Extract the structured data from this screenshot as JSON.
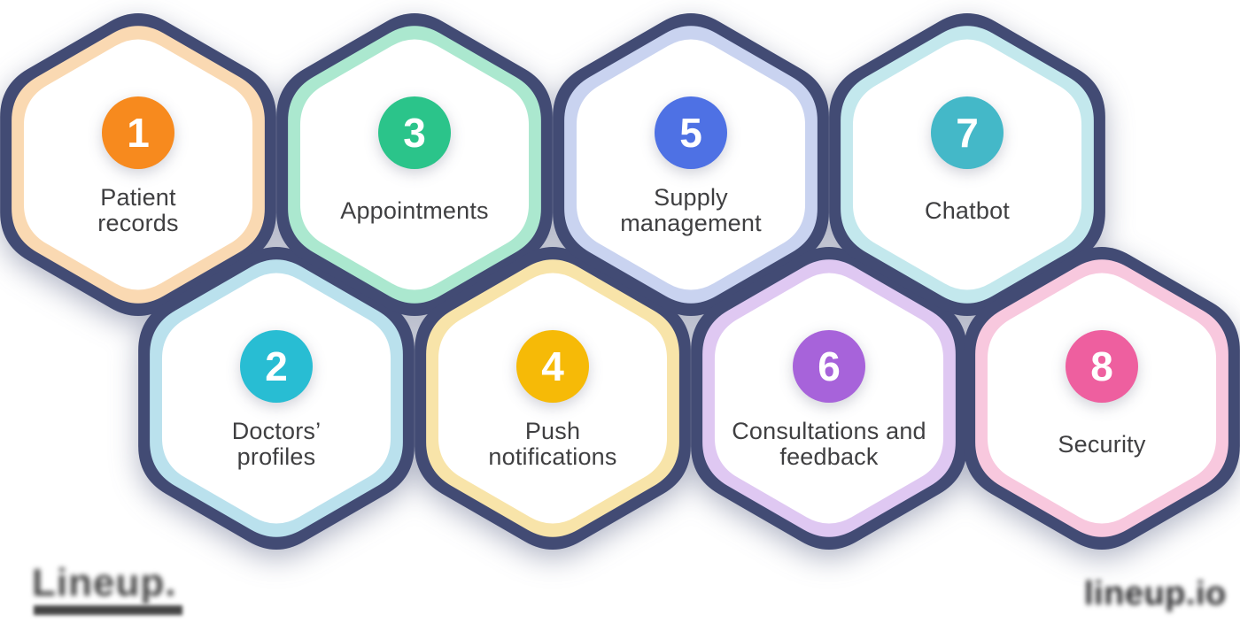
{
  "theme": {
    "background": "#FFFFFF",
    "lattice_color": "#424B74",
    "hex_fill": "#FFFFFF",
    "label_color": "#3F3F41",
    "number_color": "#FFFFFF"
  },
  "cells": [
    {
      "number": "1",
      "label": "Patient\nrecords",
      "circle_color": "#F78A1E",
      "border_color": "#FAD9B2"
    },
    {
      "number": "2",
      "label": "Doctors’\nprofiles",
      "circle_color": "#28BDD3",
      "border_color": "#BAE1ED"
    },
    {
      "number": "3",
      "label": "Appointments",
      "circle_color": "#2BC48A",
      "border_color": "#ABE8CF"
    },
    {
      "number": "4",
      "label": "Push\nnotifications",
      "circle_color": "#F6BA07",
      "border_color": "#F8E4A9"
    },
    {
      "number": "5",
      "label": "Supply\nmanagement",
      "circle_color": "#4E71E4",
      "border_color": "#C9D3F0"
    },
    {
      "number": "6",
      "label": "Consultations and\nfeedback",
      "circle_color": "#A763DA",
      "border_color": "#DFC8F2"
    },
    {
      "number": "7",
      "label": "Chatbot",
      "circle_color": "#44B8C8",
      "border_color": "#C3E8ED"
    },
    {
      "number": "8",
      "label": "Security",
      "circle_color": "#EE5F9F",
      "border_color": "#F8C8DE"
    }
  ],
  "footer": {
    "logo_text": "Lineup.",
    "watermark_text": "lineup.io"
  }
}
